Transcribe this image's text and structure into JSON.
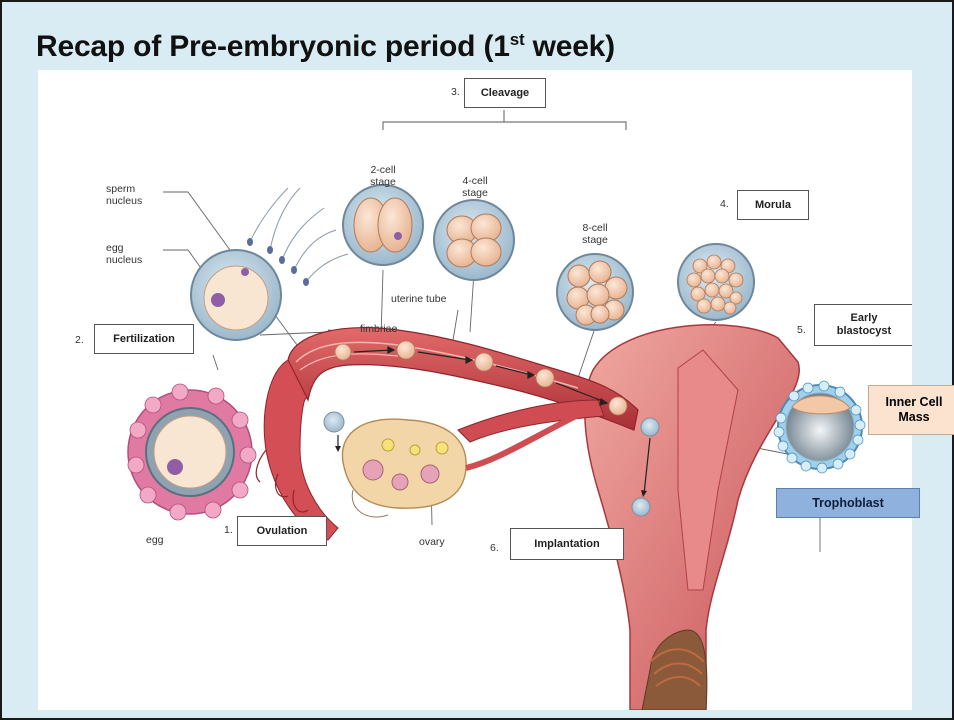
{
  "slide": {
    "title_main": "Recap of Pre-embryonic period (1",
    "title_sup": "st",
    "title_end": " week)"
  },
  "diagram": {
    "cleavage": {
      "number": "3.",
      "label": "Cleavage"
    },
    "stage_2cell": [
      "2-cell",
      "stage"
    ],
    "stage_4cell": [
      "4-cell",
      "stage"
    ],
    "stage_8cell": [
      "8-cell",
      "stage"
    ],
    "morula": {
      "number": "4.",
      "label": "Morula"
    },
    "sperm_nucleus": [
      "sperm",
      "nucleus"
    ],
    "egg_nucleus": [
      "egg",
      "nucleus"
    ],
    "fertilization": {
      "number": "2.",
      "label": "Fertilization"
    },
    "uterine_tube": "uterine tube",
    "early_blastocyst": {
      "number": "5.",
      "label_line1": "Early",
      "label_line2": "blastocyst"
    },
    "fimbriae": "fimbriae",
    "egg": "egg",
    "ovulation": {
      "number": "1.",
      "label": "Ovulation"
    },
    "ovary": "ovary",
    "implantation": {
      "number": "6.",
      "label": "Implantation"
    }
  },
  "callouts": {
    "inner_cell_mass_line1": "Inner Cell",
    "inner_cell_mass_line2": "Mass",
    "trophoblast": "Trophoblast"
  },
  "colors": {
    "slide_background": "#d9ecf3",
    "inner_cell_mass_fill": "#fbe3cf",
    "trophoblast_fill": "#8fb1de"
  }
}
